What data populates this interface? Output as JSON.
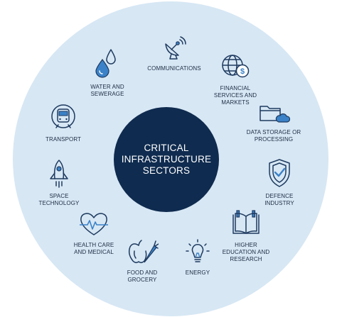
{
  "center": {
    "title": "CRITICAL\nINFRASTRUCTURE\nSECTORS"
  },
  "sectors": [
    {
      "label": "COMMUNICATIONS",
      "icon": "satellite-dish-icon"
    },
    {
      "label": "FINANCIAL\nSERVICES AND\nMARKETS",
      "icon": "globe-dollar-icon"
    },
    {
      "label": "DATA STORAGE OR\nPROCESSING",
      "icon": "folder-cloud-icon"
    },
    {
      "label": "DEFENCE\nINDUSTRY",
      "icon": "shield-check-icon"
    },
    {
      "label": "HIGHER\nEDUCATION AND\nRESEARCH",
      "icon": "open-book-icon"
    },
    {
      "label": "ENERGY",
      "icon": "lightbulb-icon"
    },
    {
      "label": "FOOD AND\nGROCERY",
      "icon": "apple-carrot-icon"
    },
    {
      "label": "HEALTH CARE\nAND MEDICAL",
      "icon": "heart-pulse-icon"
    },
    {
      "label": "SPACE\nTECHNOLOGY",
      "icon": "rocket-icon"
    },
    {
      "label": "TRANSPORT",
      "icon": "train-icon"
    },
    {
      "label": "WATER AND\nSEWERAGE",
      "icon": "water-drops-icon"
    }
  ],
  "colors": {
    "outer": "#d7e7f4",
    "center": "#0f2b4f",
    "icon_stroke": "#1e3a5f",
    "icon_accent": "#3b82c8",
    "text": "#1d2d44"
  }
}
